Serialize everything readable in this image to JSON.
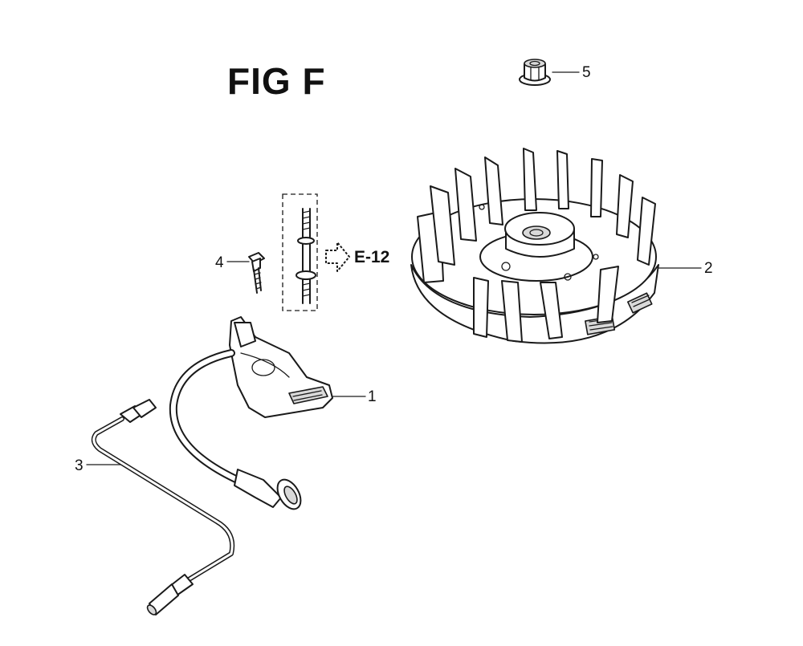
{
  "figure": {
    "title": "FIG F",
    "reference": "E-12"
  },
  "callouts": [
    {
      "id": "1",
      "part": "ignition-coil"
    },
    {
      "id": "2",
      "part": "flywheel"
    },
    {
      "id": "3",
      "part": "stop-wire"
    },
    {
      "id": "4",
      "part": "flange-bolt"
    },
    {
      "id": "5",
      "part": "flange-nut"
    }
  ]
}
